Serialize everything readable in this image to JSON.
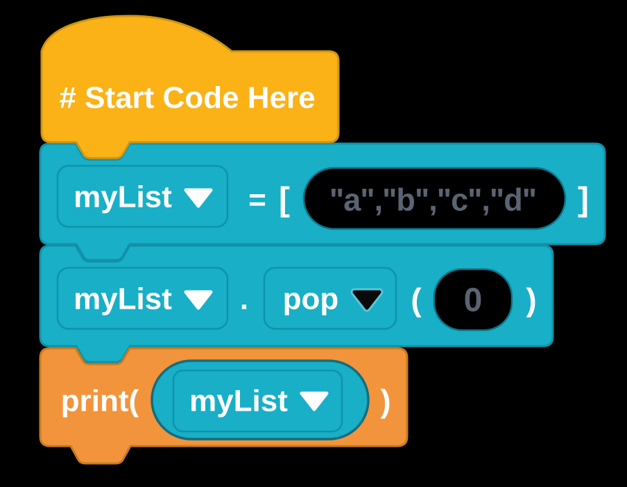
{
  "colors": {
    "yellow": "#FBB217",
    "yellowBorder": "#CE9513",
    "teal": "#18AFC7",
    "tealBorder": "#1191A8",
    "tealDeep": "#156C7E",
    "dropdownBorder": "#0F93A9",
    "orange": "#F2943C",
    "orangeBorder": "#C97A1E",
    "inputBg": "#000000",
    "inputBorder": "#0E7487",
    "inputText": "#5B6472",
    "labelText": "#FFFFFF"
  },
  "blocks": {
    "start": {
      "label": "# Start Code Here"
    },
    "assign": {
      "variable": "myList",
      "eq": "=",
      "open_bracket": "[",
      "value": "\"a\",\"b\",\"c\",\"d\"",
      "close_bracket": "]"
    },
    "pop": {
      "variable": "myList",
      "dot": ".",
      "method": "pop",
      "open_paren": "(",
      "index": "0",
      "close_paren": ")"
    },
    "print": {
      "label": "print(",
      "variable": "myList",
      "close_paren": ")"
    }
  }
}
